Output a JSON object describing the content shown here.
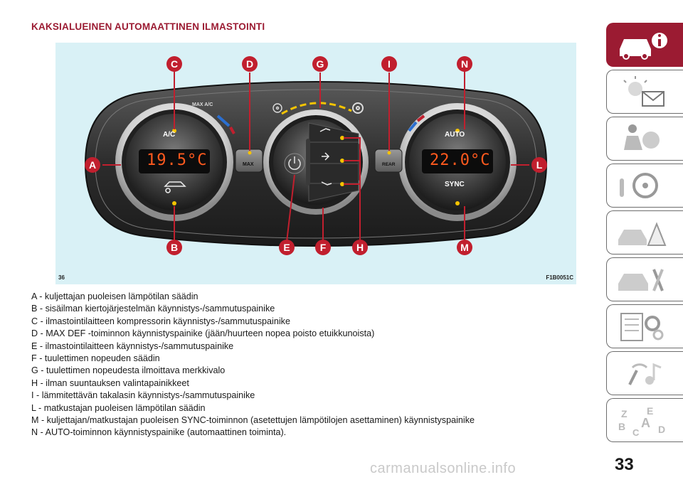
{
  "section_title": "KAKSIALUEINEN AUTOMAATTINEN ILMASTOINTI",
  "figure": {
    "number": "36",
    "code": "F1B0051C",
    "left_temp": "19.5°C",
    "right_temp": "22.0°C",
    "labels": {
      "ac": "A/C",
      "max_ac": "MAX A/C",
      "max": "MAX",
      "rear": "REAR",
      "auto": "AUTO",
      "sync": "SYNC"
    },
    "callouts": [
      "A",
      "B",
      "C",
      "D",
      "E",
      "F",
      "G",
      "H",
      "I",
      "L",
      "M",
      "N"
    ]
  },
  "legend": [
    "A - kuljettajan puoleisen lämpötilan säädin",
    "B - sisäilman kiertojärjestelmän käynnistys-/sammutuspainike",
    "C - ilmastointilaitteen kompressorin käynnistys-/sammutuspainike",
    "D - MAX DEF -toiminnon käynnistyspainike (jään/huurteen nopea poisto etuikkunoista)",
    "E - ilmastointilaitteen käynnistys-/sammutuspainike",
    "F - tuulettimen nopeuden säädin",
    "G - tuulettimen nopeudesta ilmoittava merkkivalo",
    "H - ilman suuntauksen valintapainikkeet",
    "I - lämmitettävän takalasin käynnistys-/sammutuspainike",
    "L - matkustajan puoleisen lämpötilan säädin",
    "M - kuljettajan/matkustajan puoleisen SYNC-toiminnon (asetettujen lämpötilojen asettaminen) käynnistyspainike",
    "N - AUTO-toiminnon käynnistyspainike (automaattinen toiminta)."
  ],
  "page_number": "33",
  "watermark": "carmanualsonline.info",
  "sidebar": {
    "tabs": [
      "car-info-icon",
      "warning-lights-icon",
      "safety-icon",
      "driving-icon",
      "emergency-icon",
      "maintenance-icon",
      "technical-data-icon",
      "multimedia-icon",
      "index-icon"
    ]
  },
  "colors": {
    "accent": "#9b1b32",
    "display": "#ff5a1e",
    "led": "#f5c400",
    "figure_bg": "#d9f1f6"
  }
}
